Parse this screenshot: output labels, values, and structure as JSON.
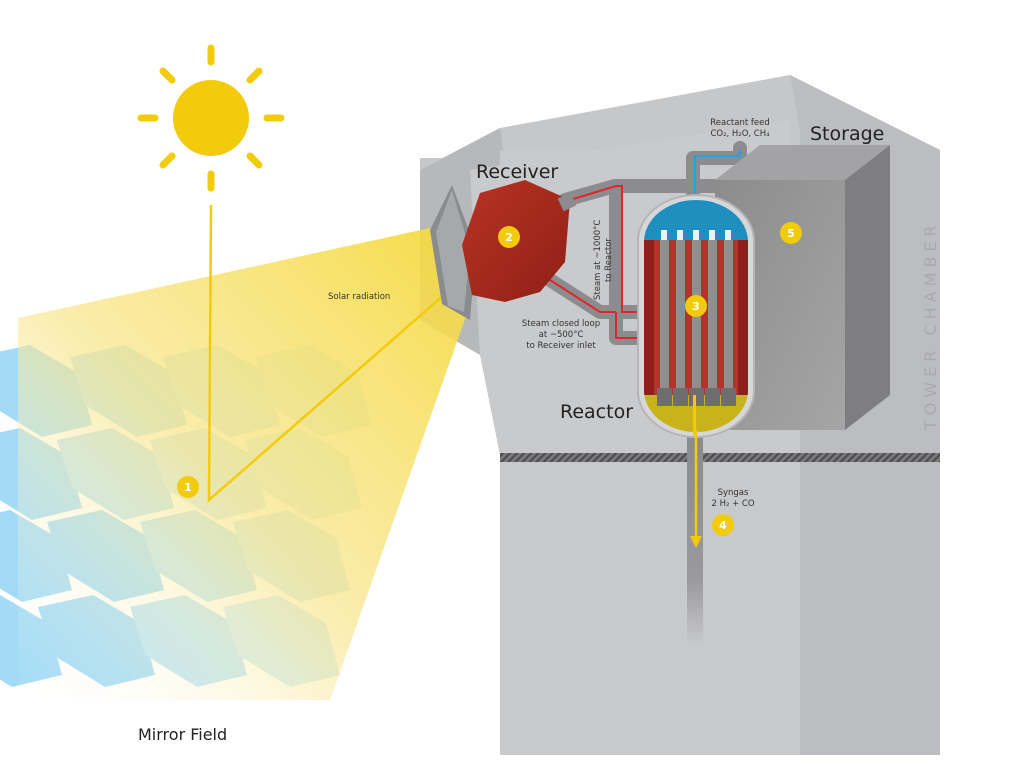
{
  "colors": {
    "sun": "#f2cb0c",
    "mirror": "#a6dbf5",
    "receiver": "#a8281d",
    "reactor_red": "#b8302a",
    "reactant_blue": "#1aa6e0",
    "syngas_yellow": "#c9b31a",
    "tower_grey": "#c8c9cb",
    "storage_grey": "#909090",
    "steam_red": "#e0262a"
  },
  "labels": {
    "receiver": "Receiver",
    "storage": "Storage",
    "reactor": "Reactor",
    "mirror_field": "Mirror Field",
    "tower_chamber": "TOWER CHAMBER",
    "solar_radiation": "Solar radiation",
    "reactant_feed": [
      "Reactant feed",
      "CO₂, H₂O, CH₄"
    ],
    "steam_to_reactor": [
      "Steam at ~1000°C",
      "to Reactor"
    ],
    "steam_loop": [
      "Steam closed loop",
      "at ~500°C",
      "to Receiver inlet"
    ],
    "syngas": [
      "Syngas",
      "2 H₂ + CO"
    ]
  },
  "badges": [
    "1",
    "2",
    "3",
    "4",
    "5"
  ],
  "icons": {
    "sun": "sun-icon"
  }
}
